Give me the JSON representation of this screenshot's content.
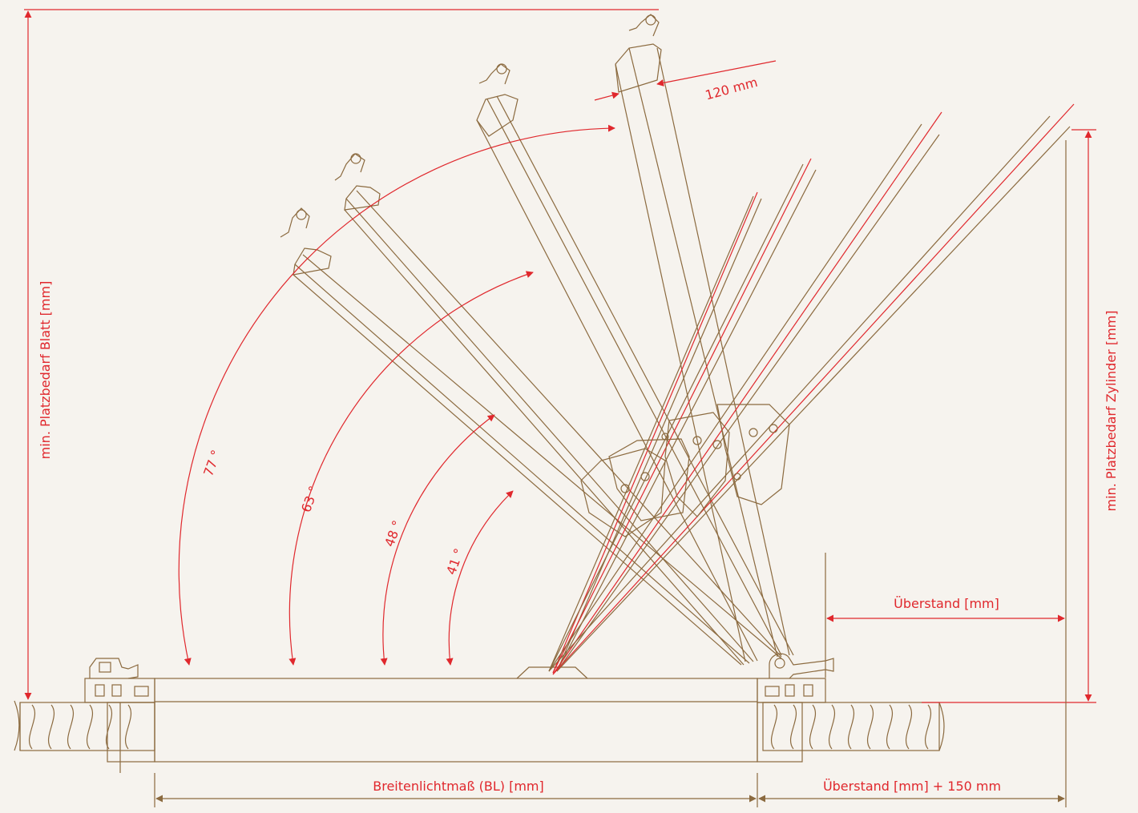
{
  "labels": {
    "min_space_leaf": "min. Platzbedarf Blatt [mm]",
    "min_space_cylinder": "min. Platzbedarf Zylinder [mm]",
    "width_120": "120 mm",
    "overhang": "Überstand [mm]",
    "clear_width": "Breitenlichtmaß (BL) [mm]",
    "overhang_plus": "Überstand [mm] + 150 mm"
  },
  "angles": [
    {
      "id": "a77",
      "text": "77 °"
    },
    {
      "id": "a63",
      "text": "63 °"
    },
    {
      "id": "a48",
      "text": "48 °"
    },
    {
      "id": "a41",
      "text": "41 °"
    }
  ],
  "colors": {
    "background": "#f6f3ee",
    "dimension": "#e0282d",
    "drawing": "#8b6a3f"
  }
}
